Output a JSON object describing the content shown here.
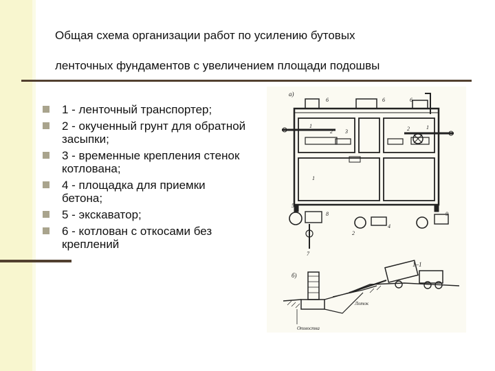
{
  "slide": {
    "title_line1": "Общая схема организации работ по усилению бутовых",
    "title_line2": "ленточных фундаментов с увеличением площади подошвы"
  },
  "legend": [
    {
      "text": "1 - ленточный транспортер;"
    },
    {
      "text": "2 - окученный грунт для обратной засыпки;"
    },
    {
      "text": "3 - временные крепления стенок котлована;"
    },
    {
      "text": "4 - площадка для приемки бетона;"
    },
    {
      "text": "5 - экскаватор;"
    },
    {
      "text": "6 - котлован с откосами без креплений"
    }
  ],
  "figure": {
    "label_a": "а)",
    "label_b": "б)",
    "section_label": "1–1",
    "callout_1a": "1",
    "callout_2a": "2",
    "callout_3": "3",
    "callout_2b": "2",
    "callout_1b": "1",
    "callout_1c": "1",
    "callout_6a": "6",
    "callout_6b": "6",
    "callout_6c": "6",
    "callout_5": "5",
    "callout_8": "8",
    "callout_4": "4",
    "callout_2c": "2",
    "callout_7": "7",
    "callout_9": "9",
    "label_lotok": "Лоток",
    "label_bottom": "Отмостка"
  },
  "colors": {
    "band": "#f8f6cf",
    "rule": "#52402f",
    "bullet": "#a9a48d",
    "ink": "#111111"
  }
}
